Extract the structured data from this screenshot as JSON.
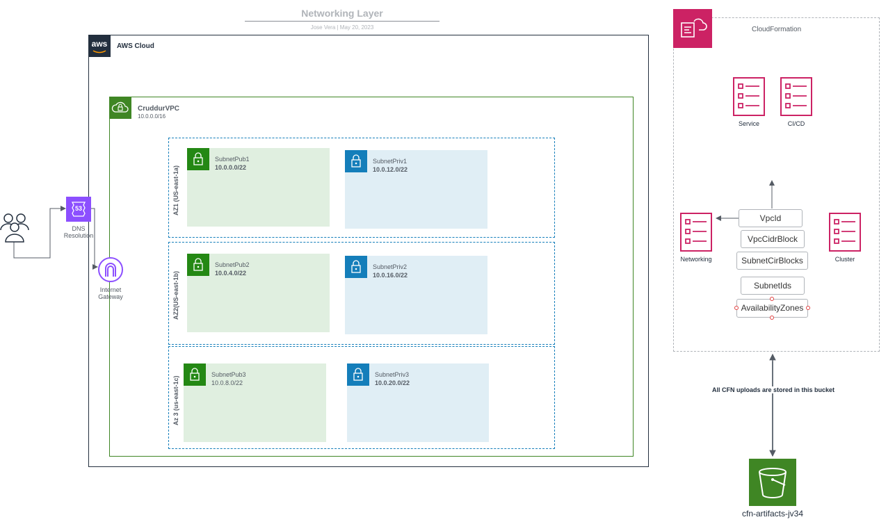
{
  "diagram": {
    "title": "Networking Layer",
    "byline": "Jose Vera  |  May 20, 2023"
  },
  "aws_cloud": {
    "logo_text": "aws",
    "label": "AWS Cloud"
  },
  "vpc": {
    "name": "CruddurVPC",
    "cidr": "10.0.0.0/16"
  },
  "azs": [
    {
      "label": "AZ1 (US-east-1a)"
    },
    {
      "label": "AZ2(US-east-1b)"
    },
    {
      "label": "Az 3 (us-east-1c)"
    }
  ],
  "subnets": [
    {
      "name": "SubnetPub1",
      "cidr": "10.0.0.0/22",
      "type": "public"
    },
    {
      "name": "SubnetPriv1",
      "cidr": "10.0.12.0/22",
      "type": "private"
    },
    {
      "name": "SubnetPub2",
      "cidr": "10.0.4.0/22",
      "type": "public"
    },
    {
      "name": "SubnetPriv2",
      "cidr": "10.0.16.0/22",
      "type": "private"
    },
    {
      "name": "SubnetPub3",
      "cidr": "10.0.8.0/22",
      "type": "public"
    },
    {
      "name": "SubnetPriv3",
      "cidr": "10.0.20.0/22",
      "type": "private"
    }
  ],
  "external": {
    "dns_label": "DNS Resolution",
    "dns_badge": "53",
    "igw_label": "Internet Gateway"
  },
  "cloudformation": {
    "label": "CloudFormation",
    "stacks": [
      {
        "label": "Service"
      },
      {
        "label": "CI/CD"
      },
      {
        "label": "Networking"
      },
      {
        "label": "Cluster"
      }
    ],
    "params": [
      "VpcId",
      "VpcCidrBlock",
      "SubnetCirBlocks",
      "SubnetIds",
      "AvailabilityZones"
    ]
  },
  "storage": {
    "arrow_label": "All CFN uploads are stored in this bucket",
    "bucket_label": "cfn-artifacts-jv34"
  },
  "colors": {
    "aws_dark": "#232f3e",
    "vpc_green": "#3f8624",
    "public_subnet": "#248814",
    "private_subnet": "#147eba",
    "cloudformation": "#cc2264",
    "route53": "#8c4fff"
  }
}
